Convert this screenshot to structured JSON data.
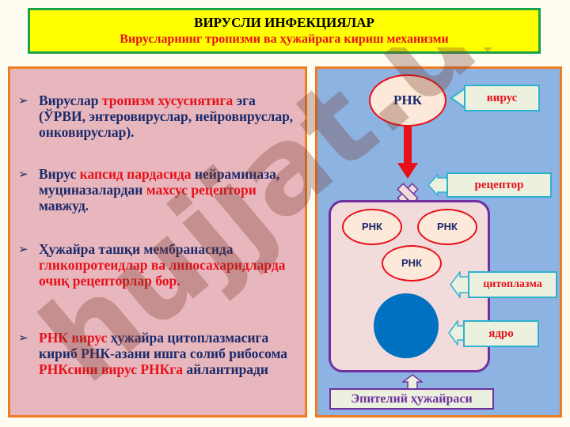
{
  "header": {
    "title": "ВИРУСЛИ ИНФЕКЦИЯЛАР",
    "subtitle": "Вирусларнинг тропизми ва ҳужайрага кириш механизми"
  },
  "bullets": [
    {
      "parts": [
        {
          "text": "Вируслар ",
          "red": false
        },
        {
          "text": "тропизм хусусиятига",
          "red": true
        },
        {
          "text": " эга (ЎРВИ, энтеровируслар, нейровируслар, онковируслар).",
          "red": false
        }
      ]
    },
    {
      "parts": [
        {
          "text": "Вирус ",
          "red": false
        },
        {
          "text": "капсид пардасида",
          "red": true
        },
        {
          "text": " нейраминаза, муциназалардан ",
          "red": false
        },
        {
          "text": "махсус рецептори",
          "red": true
        },
        {
          "text": " мавжуд.",
          "red": false
        }
      ]
    },
    {
      "parts": [
        {
          "text": "Ҳужайра ташқи мембранасида ",
          "red": false
        },
        {
          "text": "гликопротеидлар ва липосахаридларда очиқ рецепторлар бор.",
          "red": true
        }
      ]
    },
    {
      "parts": [
        {
          "text": "РНК вирус",
          "red": true
        },
        {
          "text": " ҳужайра цитоплазмасига кириб РНК-азани ишга солиб рибосома ",
          "red": false
        },
        {
          "text": "РНКсини вирус РНКга",
          "red": true
        },
        {
          "text": " айлантиради",
          "red": false
        }
      ]
    }
  ],
  "diagram": {
    "virus_rna": "РНК",
    "cell_rna": [
      "РНК",
      "РНК",
      "РНК"
    ],
    "labels": {
      "virus": "вирус",
      "receptor": "рецептор",
      "cytoplasm": "цитоплазма",
      "nucleus": "ядро",
      "epithelial_cell": "Эпителий ҳужайраси"
    }
  },
  "watermark": "hujjat.uz",
  "colors": {
    "title_bg": "#ffff00",
    "title_border": "#1aa34a",
    "accent_red": "#e8101a",
    "text_navy": "#1b2a6b",
    "left_bg": "#e8b7bd",
    "right_bg": "#8db3e2",
    "panel_border": "#f07c22",
    "cell_border": "#7030a0",
    "nucleus": "#0070c0"
  }
}
